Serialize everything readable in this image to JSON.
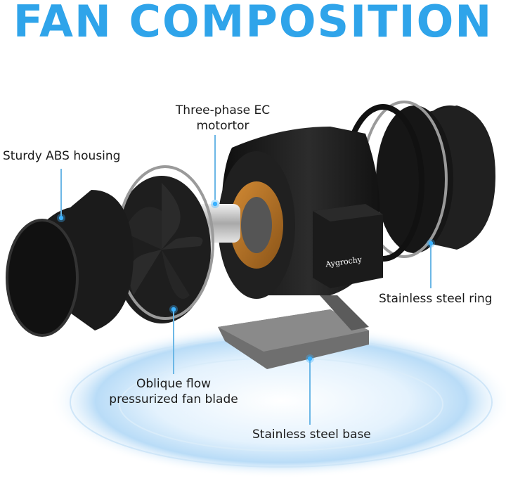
{
  "title": "FAN COMPOSITION",
  "brand_logo_text": "Aygrochy",
  "labels": {
    "housing": "Sturdy ABS housing",
    "motor_line1": "Three-phase EC",
    "motor_line2": "motortor",
    "ring": "Stainless steel ring",
    "blade_line1": "Oblique flow",
    "blade_line2": "pressurized fan blade",
    "base": "Stainless steel base"
  },
  "colors": {
    "title": "#2fa4ea",
    "accent_line": "#6cb7e6",
    "dot": "#3ab1ff",
    "fan_body": "#1c1c1c"
  }
}
